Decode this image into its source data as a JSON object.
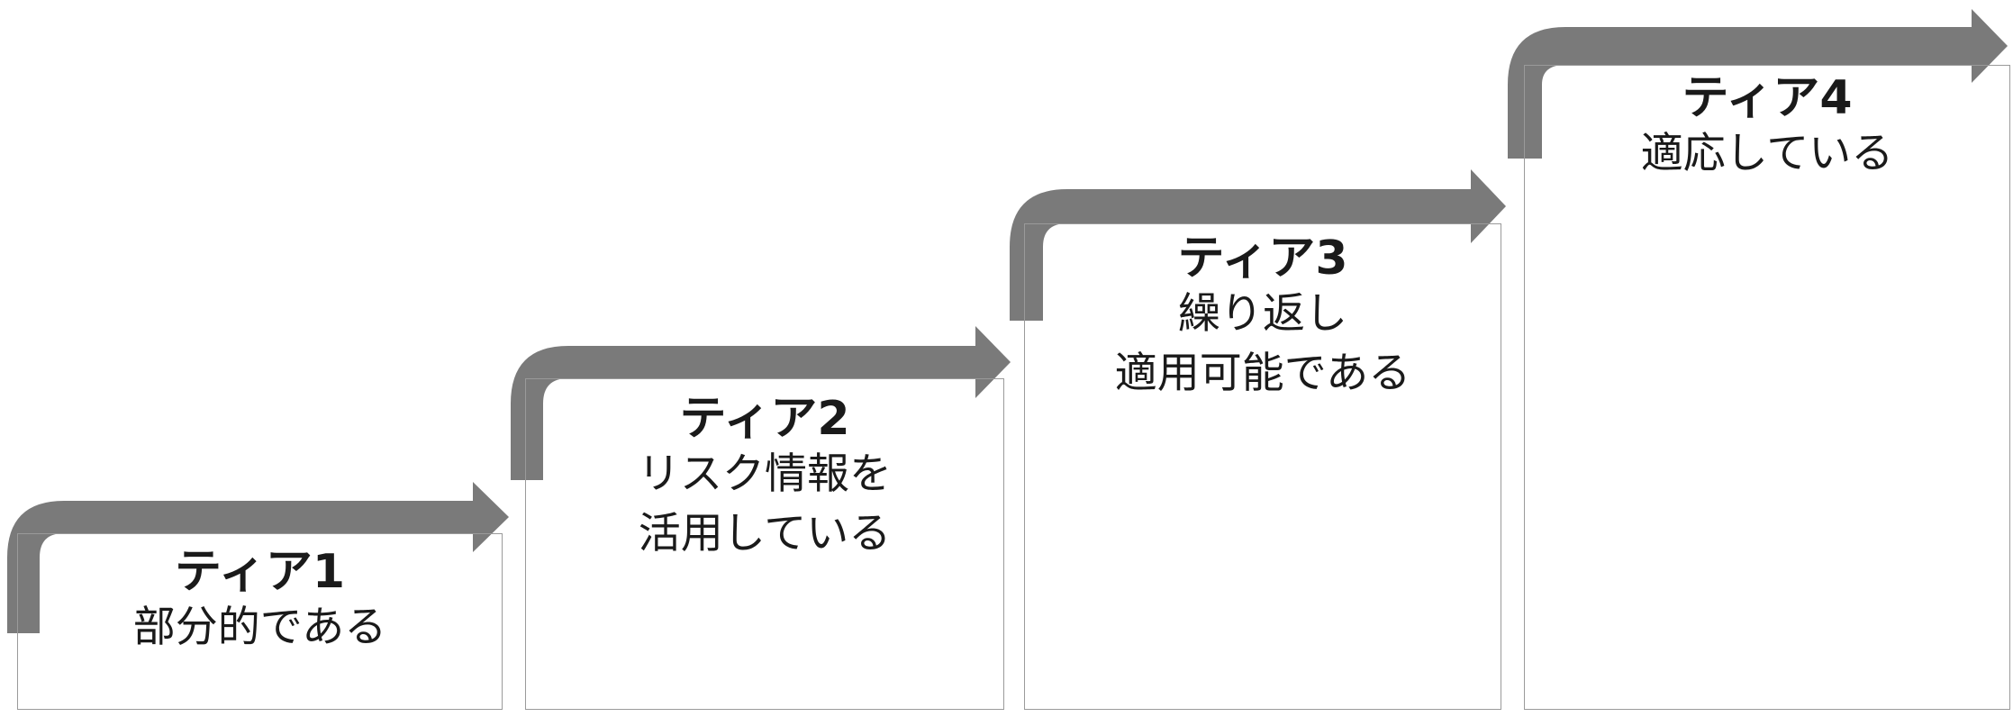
{
  "colors": {
    "arrow": "#7a7a7a",
    "box_border": "#9a9a9a",
    "text": "#1a1a1a"
  },
  "tiers": [
    {
      "title": "ティア1",
      "description": "部分的である"
    },
    {
      "title": "ティア2",
      "description": "リスク情報を\n活用している"
    },
    {
      "title": "ティア3",
      "description": "繰り返し\n適用可能である"
    },
    {
      "title": "ティア4",
      "description": "適応している"
    }
  ]
}
